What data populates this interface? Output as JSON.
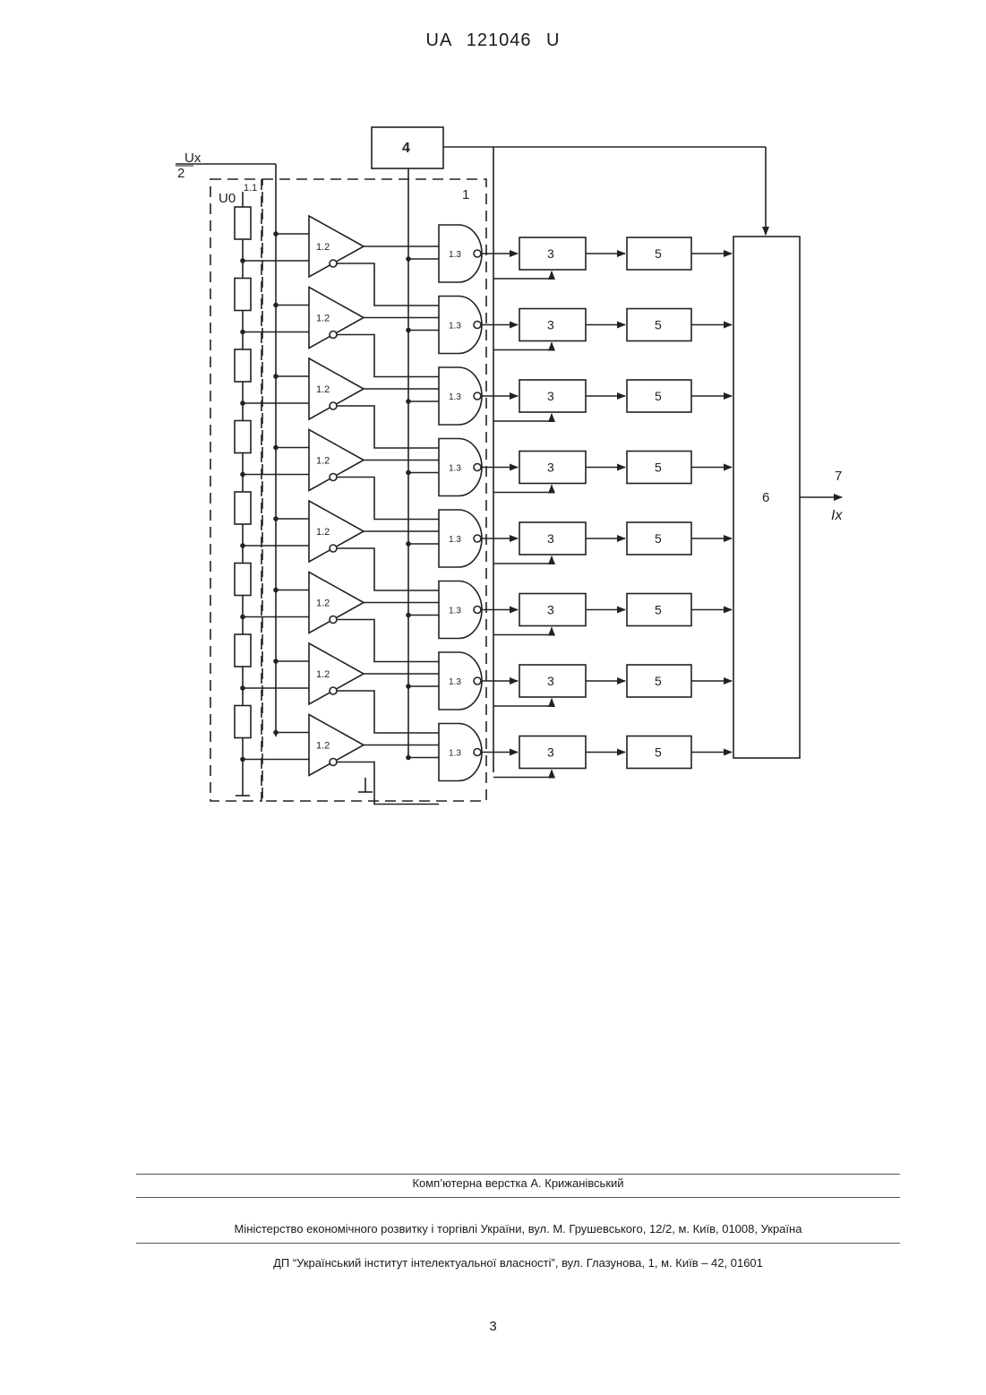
{
  "header": {
    "doc_number": "UA   121046   U"
  },
  "diagram": {
    "labels": {
      "ux": "Ux",
      "two": "2",
      "u0": "U0",
      "r11": "1.1",
      "block1": "1",
      "block4": "4",
      "block6": "6",
      "out7": "7",
      "ix": "Ix",
      "comparator": "1.2",
      "gate": "1.3",
      "block3": "3",
      "block5": "5"
    }
  },
  "footer": {
    "layout": "Комп’ютерна верстка А. Крижанівський",
    "ministry": "Міністерство економічного розвитку і торгівлі України, вул. М. Грушевського, 12/2, м. Київ, 01008, Україна",
    "institute": "ДП “Український інститут інтелектуальної власності”, вул. Глазунова, 1, м. Київ – 42, 01601"
  },
  "page_number": "3"
}
